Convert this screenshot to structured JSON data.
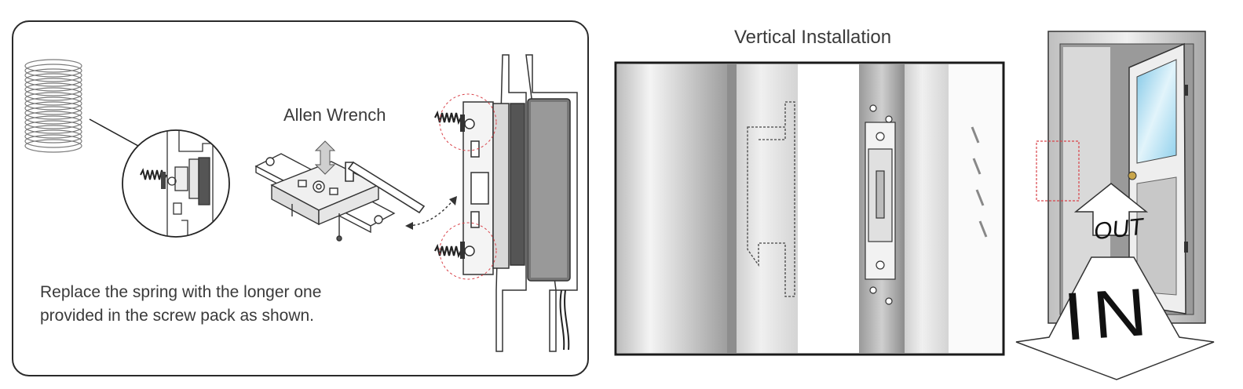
{
  "left_panel": {
    "wrench_label": "Allen Wrench",
    "note_line1": "Replace the spring with the longer one",
    "note_line2": "provided in the screw pack as shown."
  },
  "middle_panel": {
    "title": "Vertical Installation"
  },
  "right_panel": {
    "out_label": "OUT",
    "in_label": "IN"
  },
  "colors": {
    "outline": "#2a2a2a",
    "dashed_red": "#d9434a",
    "metal_dark": "#8a8a8a",
    "glass": "#a9dcf2"
  },
  "icons": [
    "spring-icon",
    "bracket-icon",
    "allen-wrench-icon",
    "door-icon",
    "magnet-lock-icon"
  ]
}
